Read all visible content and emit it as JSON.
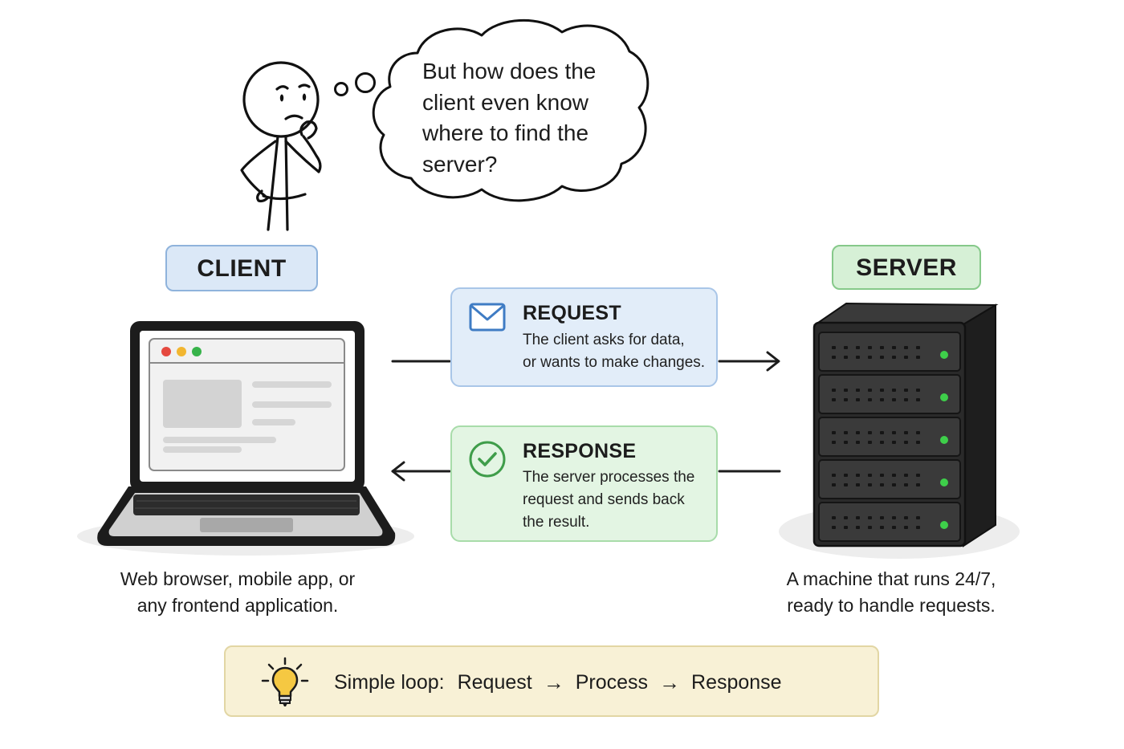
{
  "thought_bubble": {
    "lines": [
      "But how does the",
      "client even know",
      "where to find the",
      "server?"
    ]
  },
  "client": {
    "label": "CLIENT",
    "caption_lines": [
      "Web browser, mobile app, or",
      "any frontend application."
    ]
  },
  "server": {
    "label": "SERVER",
    "caption_lines": [
      "A machine that runs 24/7,",
      "ready to handle requests."
    ]
  },
  "request": {
    "title": "REQUEST",
    "body_lines": [
      "The client asks for data,",
      "or wants to make changes."
    ]
  },
  "response": {
    "title": "RESPONSE",
    "body_lines": [
      "The server processes the",
      "request and sends back",
      "the result."
    ]
  },
  "loop": {
    "prefix": "Simple loop:",
    "steps": [
      "Request",
      "Process",
      "Response"
    ],
    "arrow": "→"
  },
  "colors": {
    "client_accent": "#8fb3dc",
    "server_accent": "#86c98a",
    "request_bg": "#e2edf9",
    "response_bg": "#e3f5e3",
    "loop_bg": "#f8f1d6",
    "server_led": "#3ecf4a",
    "window_dots": [
      "#e5493f",
      "#f2b630",
      "#37b34a"
    ]
  },
  "icons": {
    "request": "envelope-icon",
    "response": "check-circle-icon",
    "loop": "lightbulb-icon"
  }
}
